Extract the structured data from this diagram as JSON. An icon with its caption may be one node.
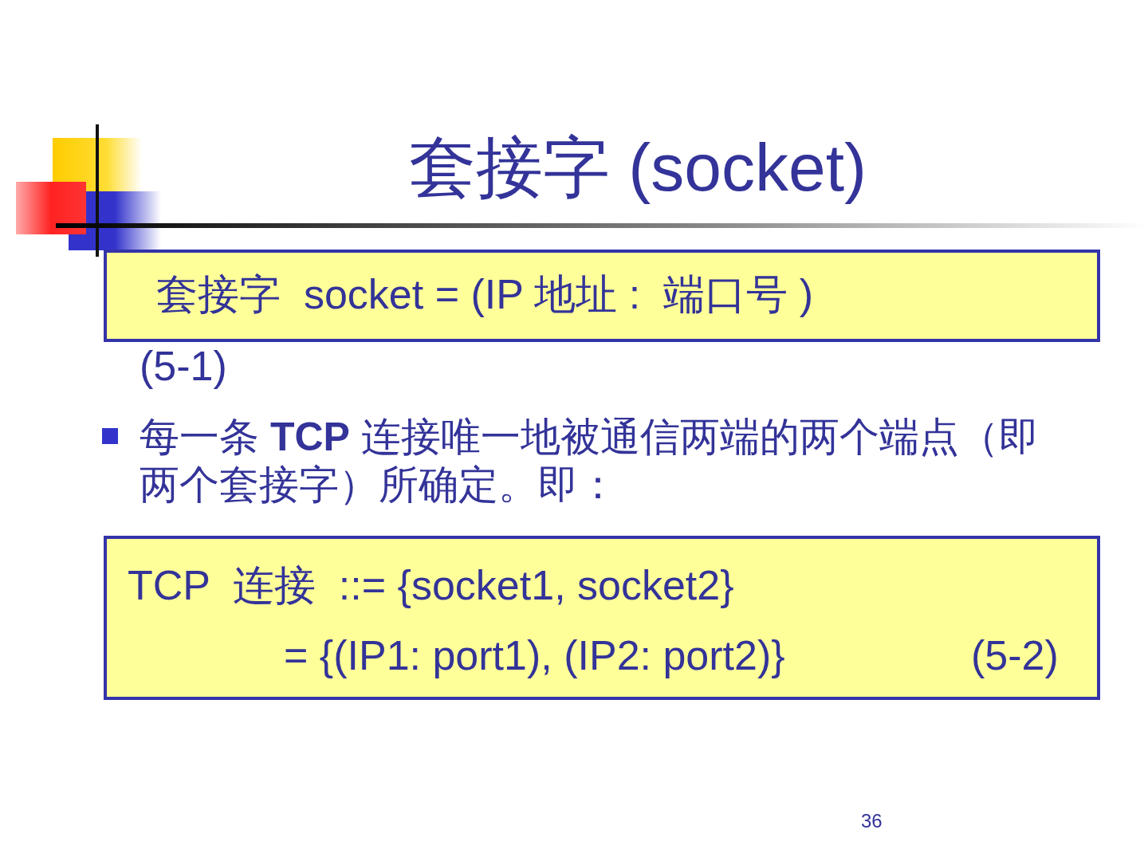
{
  "diagram": {
    "title": "套接字 (socket)",
    "nodes": [
      {
        "text": [
          "套接字  socket = (IP 地址 :  端口号 )"
        ],
        "beside": [
          "(5-1)"
        ]
      },
      {
        "text": [
          "TCP  连接  ::= {socket1, socket2}",
          "= {(IP1: port1), (IP2: port2)}",
          "(5-2)"
        ]
      }
    ],
    "labels": [
      "每一条 **TCP** 连接唯一地被通信两端的两个端点（即两个套接字）所确定。即：",
      "36"
    ]
  }
}
